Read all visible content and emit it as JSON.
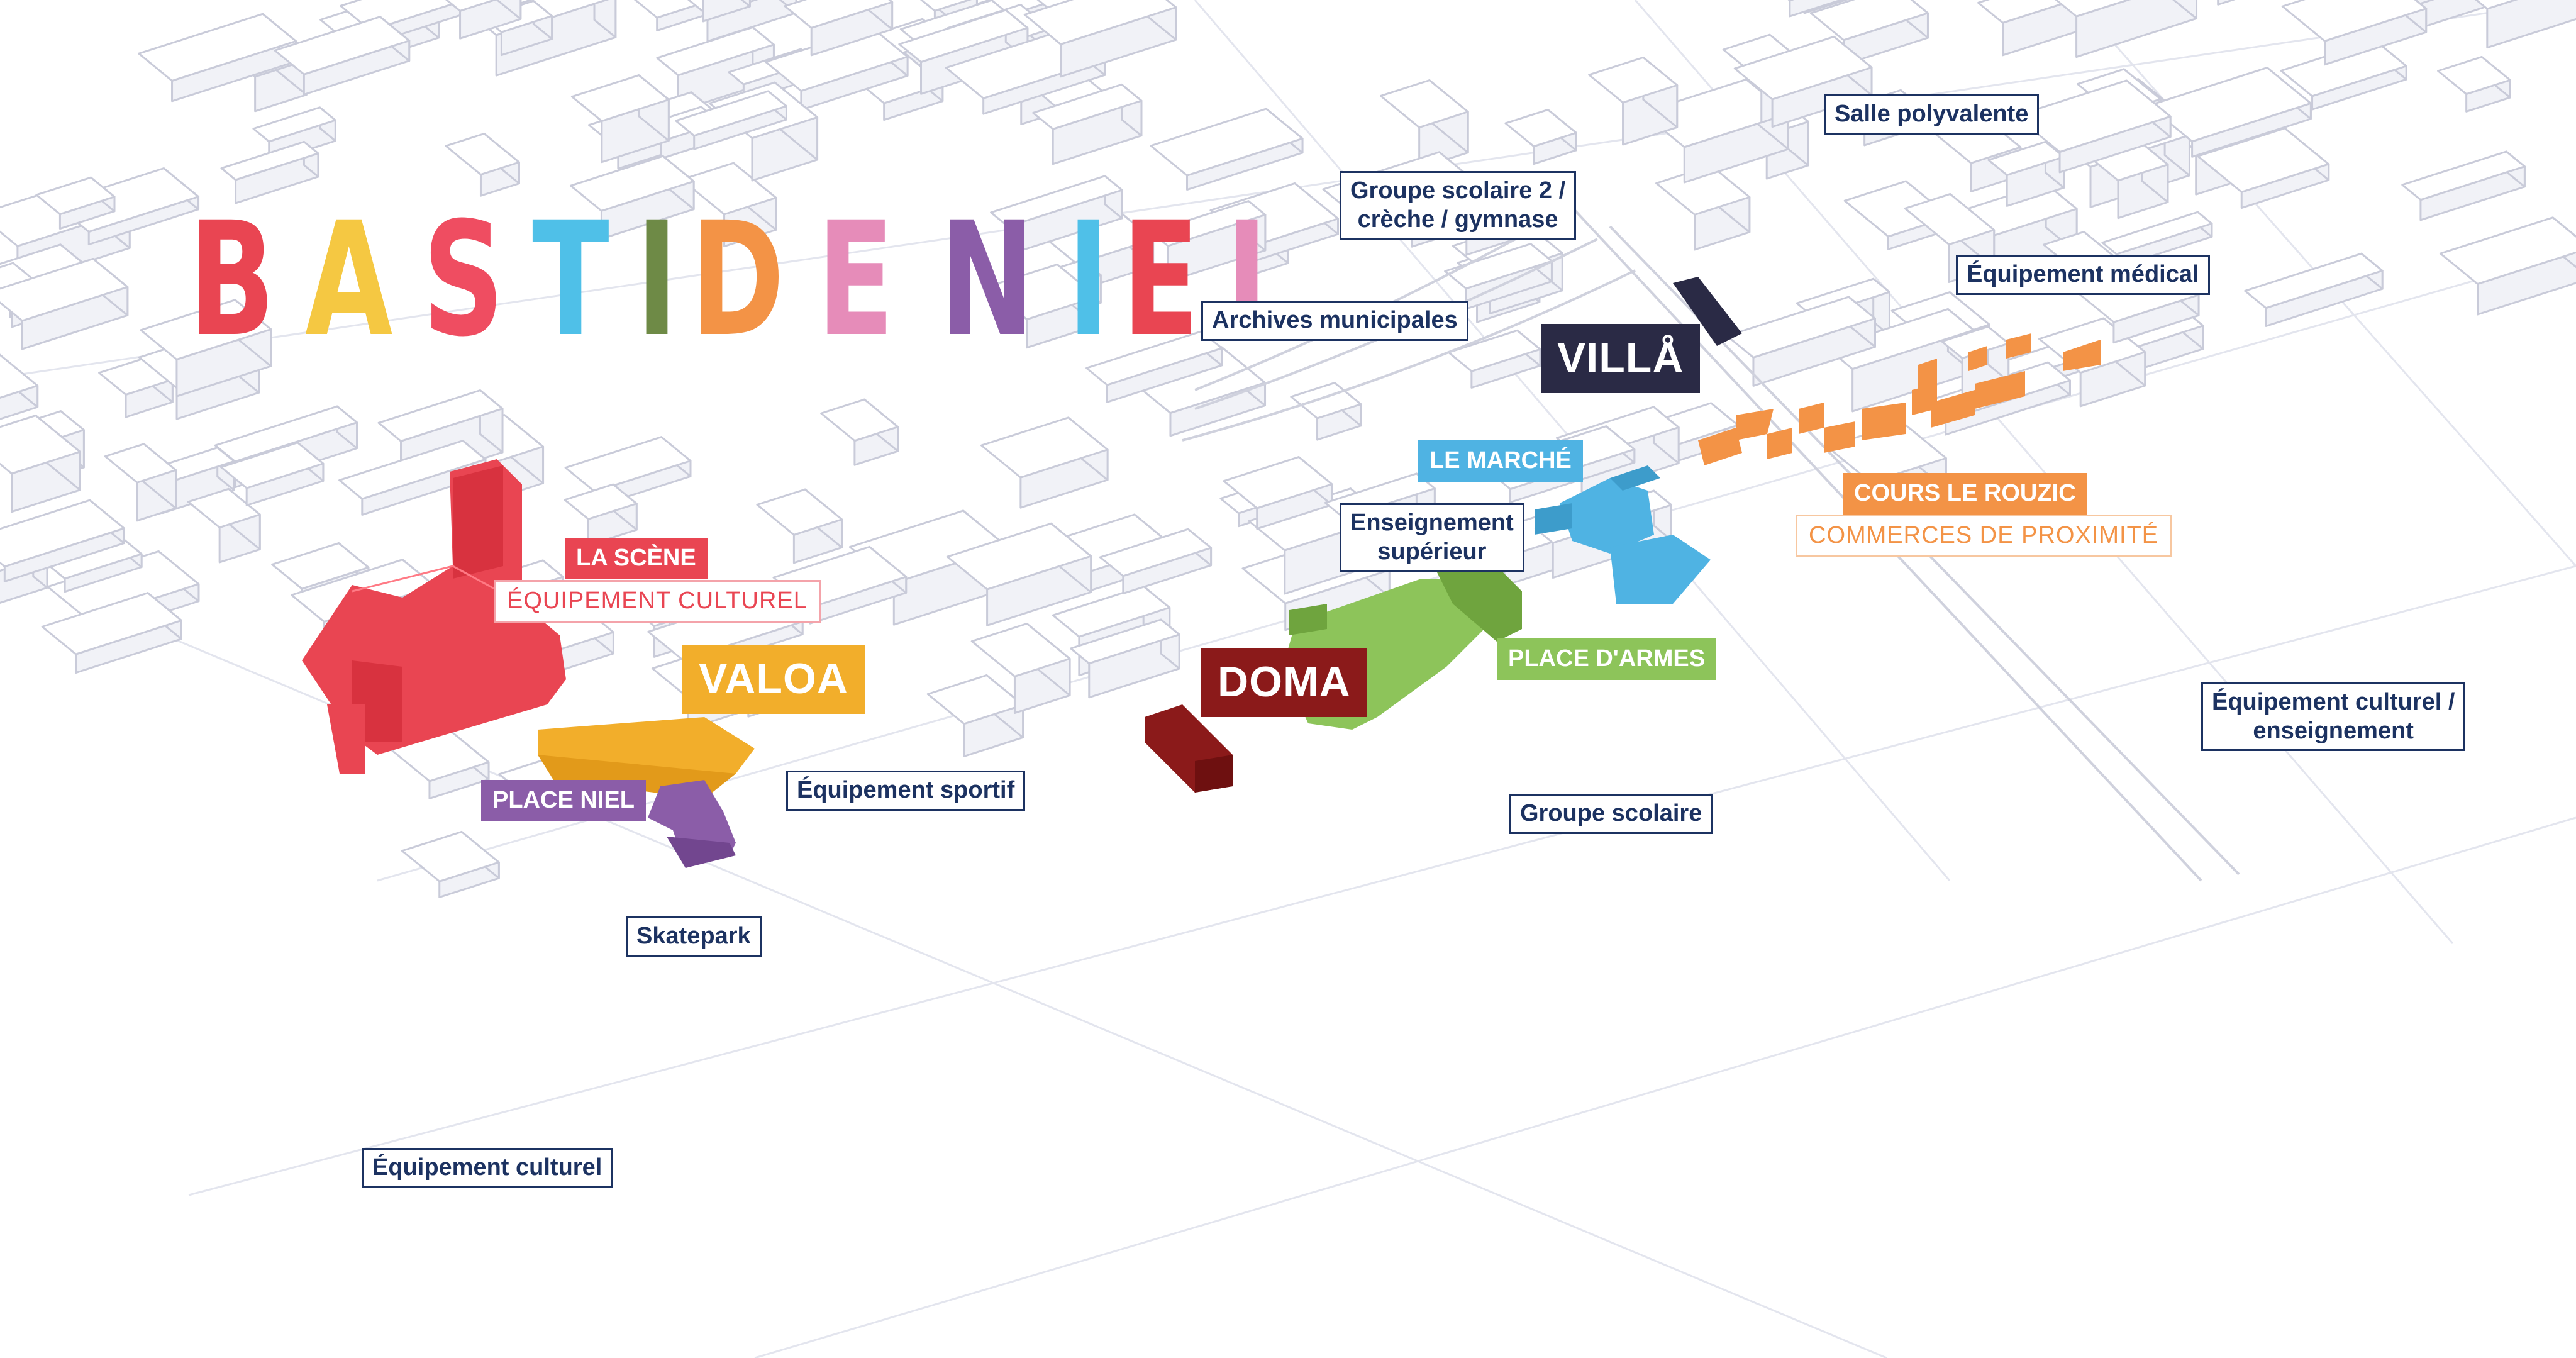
{
  "title": {
    "letters": [
      "B",
      "A",
      "S",
      "T",
      "I",
      "D",
      "E",
      " ",
      "N",
      "I",
      "E",
      "L"
    ],
    "colors": [
      "#e94552",
      "#f5c842",
      "#ef4d61",
      "#4fc0e8",
      "#6e8a46",
      "#f39346",
      "#e68cb9",
      "",
      "#8b5da8",
      "#4fc0e8",
      "#e94552",
      "#e68cb9"
    ]
  },
  "labels": {
    "salle_polyvalente": "Salle polyvalente",
    "groupe_scolaire_2_line1": "Groupe scolaire 2 /",
    "groupe_scolaire_2_line2": "crèche / gymnase",
    "equipement_medical": "Équipement médical",
    "archives_municipales": "Archives municipales",
    "villa": "VILLÅ",
    "le_marche": "LE MARCHÉ",
    "cours_le_rouzic": "COURS LE ROUZIC",
    "commerces_de_proximite": "COMMERCES DE PROXIMITÉ",
    "enseignement_superieur_line1": "Enseignement",
    "enseignement_superieur_line2": "supérieur",
    "la_scene": "LA SCÈNE",
    "equipement_culturel_red": "ÉQUIPEMENT CULTUREL",
    "valoa": "VALOA",
    "doma": "DOMA",
    "place_d_armes": "PLACE D'ARMES",
    "equipement_culturel_enseignement_line1": "Équipement culturel /",
    "equipement_culturel_enseignement_line2": "enseignement",
    "place_niel": "PLACE NIEL",
    "equipement_sportif": "Équipement sportif",
    "groupe_scolaire": "Groupe scolaire",
    "skatepark": "Skatepark",
    "equipement_culturel": "Équipement culturel"
  },
  "colors": {
    "navy": "#1c3261",
    "red": "#e94552",
    "yellow": "#f2ae2b",
    "purple": "#8b5da8",
    "dark_red": "#8b1a1a",
    "green": "#8dc45a",
    "blue": "#4fb3e3",
    "orange": "#f39346",
    "dark_navy": "#2a2a45",
    "building": "#f1f2f7"
  }
}
